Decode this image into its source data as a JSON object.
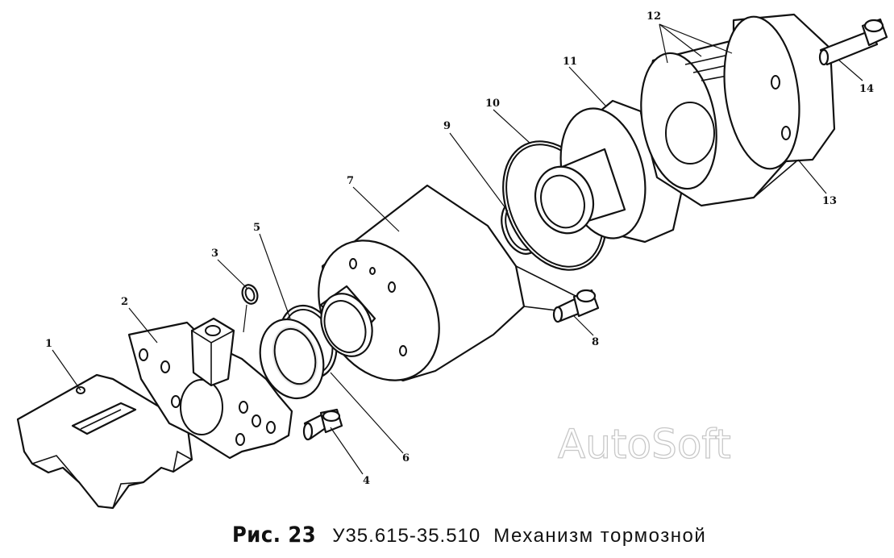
{
  "diagram": {
    "callouts": [
      "1",
      "2",
      "3",
      "4",
      "5",
      "6",
      "7",
      "8",
      "9",
      "10",
      "11",
      "12",
      "13",
      "14"
    ],
    "watermark": "AutoSoft"
  },
  "caption": {
    "figure_label": "Рис. 23",
    "part_number": "У35.615-35.510",
    "title": "Механизм тормозной"
  }
}
